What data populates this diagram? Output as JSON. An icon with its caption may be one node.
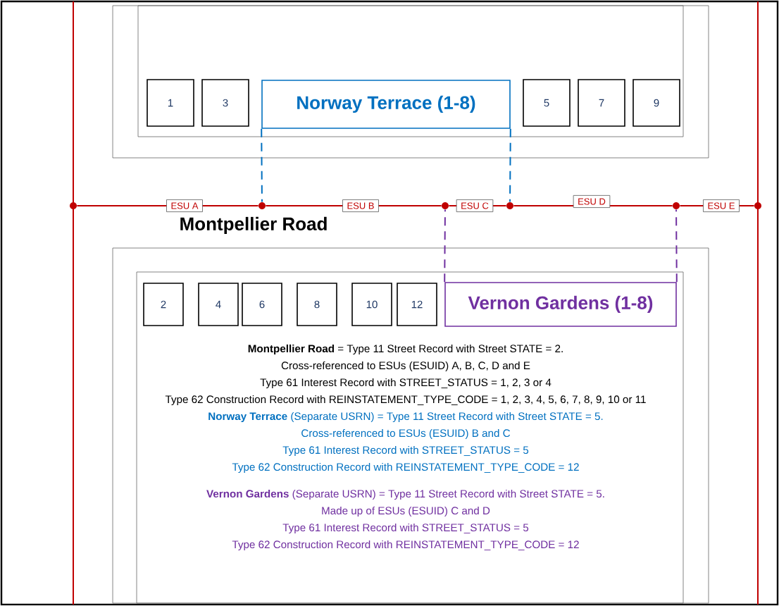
{
  "diagram": {
    "nodes": [
      {
        "text": [
          "1"
        ]
      },
      {
        "text": [
          "3"
        ]
      },
      {
        "text": [
          "Norway Terrace (1-8)"
        ]
      },
      {
        "text": [
          "5"
        ]
      },
      {
        "text": [
          "7"
        ]
      },
      {
        "text": [
          "9"
        ]
      },
      {
        "text": [],
        "shape": "circle"
      },
      {
        "text": [],
        "shape": "circle"
      },
      {
        "text": [],
        "shape": "circle"
      },
      {
        "text": [],
        "shape": "circle"
      },
      {
        "text": [],
        "shape": "circle"
      },
      {
        "text": [],
        "shape": "circle"
      },
      {
        "text": [
          "2"
        ]
      },
      {
        "text": [
          "4"
        ]
      },
      {
        "text": [
          "6"
        ]
      },
      {
        "text": [
          "8"
        ]
      },
      {
        "text": [
          "10"
        ]
      },
      {
        "text": [
          "12"
        ]
      },
      {
        "text": [
          "Vernon Gardens (1-8)"
        ]
      }
    ],
    "edges": [
      {
        "from": 6,
        "to": 7,
        "arrow": "none",
        "label": "ESU A"
      },
      {
        "from": 7,
        "to": 8,
        "arrow": "none",
        "label": "ESU B"
      },
      {
        "from": 8,
        "to": 9,
        "arrow": "none",
        "label": "ESU C"
      },
      {
        "from": 9,
        "to": 10,
        "arrow": "none",
        "label": "ESU D"
      },
      {
        "from": 10,
        "to": 11,
        "arrow": "none",
        "label": "ESU E"
      },
      {
        "from": 2,
        "to": 7,
        "arrow": "none",
        "style": "dashed",
        "color": "#0070c0"
      },
      {
        "from": 2,
        "to": 9,
        "arrow": "none",
        "style": "dashed",
        "color": "#0070c0"
      },
      {
        "from": 18,
        "to": 8,
        "arrow": "none",
        "style": "dashed",
        "color": "#7030a0"
      },
      {
        "from": 18,
        "to": 10,
        "arrow": "none",
        "style": "dashed",
        "color": "#7030a0"
      }
    ],
    "labels": [
      "Montpellier Road",
      "**Montpellier Road** = Type 11 Street Record with Street STATE = 2.",
      "Cross-referenced to ESUs (ESUID) A, B, C, D and E",
      "Type 61 Interest Record with STREET_STATUS = 1, 2, 3 or 4",
      "Type 62 Construction Record with REINSTATEMENT_TYPE_CODE = 1, 2, 3, 4, 5, 6, 7, 8, 9, 10 or 11",
      "**Norway Terrace** (Separate USRN) = Type 11 Street Record with Street STATE = 5.",
      "Cross-referenced to ESUs (ESUID) B and C",
      "Type 61 Interest Record with STREET_STATUS = 5",
      "Type 62 Construction Record with REINSTATEMENT_TYPE_CODE = 12",
      "**Vernon Gardens** (Separate USRN) = Type 11 Street Record with Street STATE = 5.",
      "Made up of ESUs (ESUID) C and D",
      "Type 61 Interest Record with STREET_STATUS = 5",
      "Type 62 Construction Record with REINSTATEMENT_TYPE_CODE = 12"
    ]
  }
}
